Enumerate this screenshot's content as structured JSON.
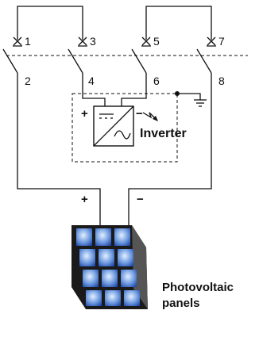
{
  "terminals": {
    "t1": "1",
    "t2": "2",
    "t3": "3",
    "t4": "4",
    "t5": "5",
    "t6": "6",
    "t7": "7",
    "t8": "8"
  },
  "inverter": {
    "label": "Inverter",
    "dc_plus": "+",
    "dc_minus": "−"
  },
  "panel": {
    "plus": "+",
    "minus": "−",
    "label_line1": "Photovoltaic",
    "label_line2": "panels"
  },
  "colors": {
    "line": "#111111",
    "cell_light": "#e3efff",
    "cell_mid": "#6f9be0",
    "cell_dark": "#1d45a8",
    "frame": "#222222"
  }
}
